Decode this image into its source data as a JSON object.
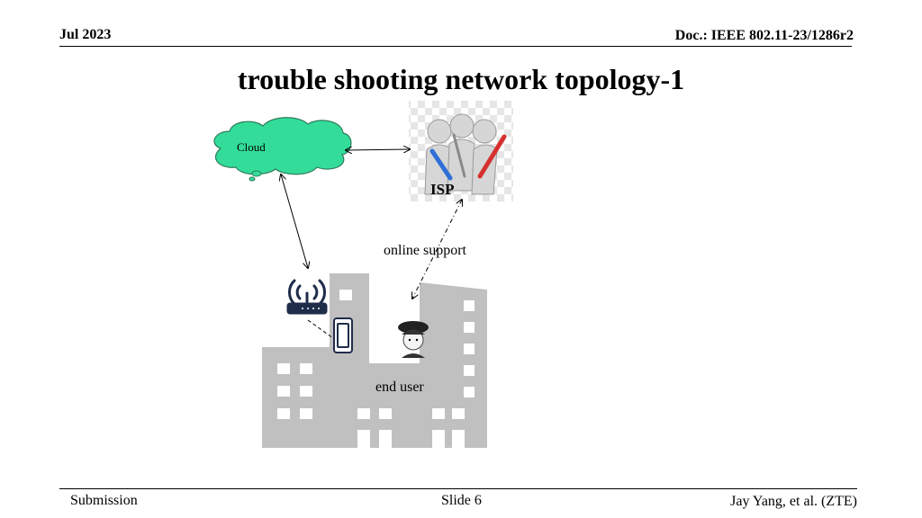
{
  "header": {
    "date": "Jul 2023",
    "doc_id": "Doc.: IEEE 802.11-23/1286r2"
  },
  "slide": {
    "title": "trouble shooting network topology-1"
  },
  "diagram": {
    "cloud_label": "Cloud",
    "isp_label": "ISP",
    "online_support_label": "online support",
    "end_user_label": "end user",
    "colors": {
      "cloud_fill": "#33dd99",
      "building": "#c0c0c0",
      "router": "#1f2d4a"
    }
  },
  "footer": {
    "left": "Submission",
    "center": "Slide 6",
    "right": "Jay Yang, et al. (ZTE)"
  }
}
